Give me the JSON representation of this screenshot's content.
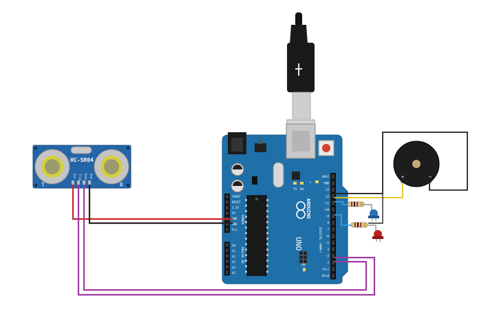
{
  "sensor": {
    "model": "HC-SR04",
    "pins": [
      "Vcc",
      "Trig",
      "Echo",
      "Gnd"
    ],
    "side_left": "T",
    "side_right": "R"
  },
  "arduino": {
    "brand": "ARDUINO",
    "model": "UNO",
    "power_header_label": "POWER",
    "power_pins": [
      "IOREF",
      "RESET",
      "3.3V",
      "5V",
      "GND",
      "GND",
      "Vin"
    ],
    "analog_header_label": "ANALOG IN",
    "analog_pins": [
      "A0",
      "A1",
      "A2",
      "A3",
      "A4",
      "A5"
    ],
    "digital_header_label": "DIGITAL (PWM~)",
    "digital_pins": [
      "AREF",
      "GND",
      "13",
      "12",
      "~11",
      "~10",
      "~9",
      "8",
      "7",
      "~6",
      "~5",
      "4",
      "~3",
      "2",
      "TX▸1",
      "RX◂0"
    ],
    "leds": [
      "TX",
      "RX",
      "L"
    ],
    "on_label": "ON"
  },
  "buzzer": {
    "plus": "+",
    "minus": "−"
  },
  "colors": {
    "board": "#1f6fa8",
    "board_edge": "#175a8a",
    "wire_red": "#cc2222",
    "wire_black": "#222222",
    "wire_purple": "#a03aa0",
    "wire_yellow": "#e8c620",
    "wire_blue": "#3aa0e0",
    "led_blue": "#2a6fb5",
    "led_red": "#c0201e"
  }
}
